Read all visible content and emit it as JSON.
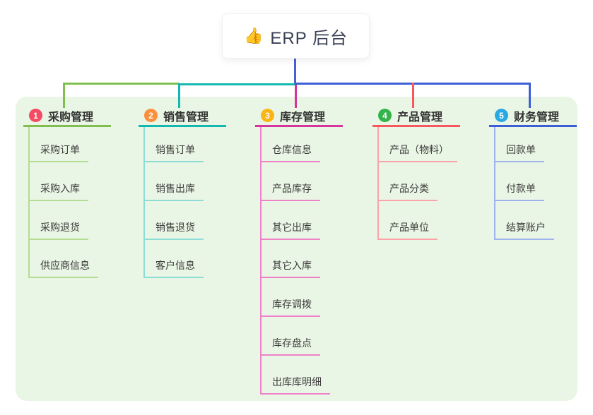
{
  "root": {
    "icon": "👍",
    "label": "ERP 后台"
  },
  "colors": {
    "canvas": "#ffffff",
    "panel": "#eaf6e5",
    "trunk": "#4b5fd2"
  },
  "branches": [
    {
      "index": "1",
      "label": "采购管理",
      "badge_color": "#f54a63",
      "line_color": "#7fbf4f",
      "child_line_color": "#b4dd92",
      "children": [
        "采购订单",
        "采购入库",
        "采购退货",
        "供应商信息"
      ]
    },
    {
      "index": "2",
      "label": "销售管理",
      "badge_color": "#fa8f3d",
      "line_color": "#14b8b1",
      "child_line_color": "#8edcd6",
      "children": [
        "销售订单",
        "销售出库",
        "销售退货",
        "客户信息"
      ]
    },
    {
      "index": "3",
      "label": "库存管理",
      "badge_color": "#fdb515",
      "line_color": "#d6359e",
      "child_line_color": "#ee82c8",
      "children": [
        "仓库信息",
        "产品库存",
        "其它出库",
        "其它入库",
        "库存调拨",
        "库存盘点",
        "出库库明细"
      ]
    },
    {
      "index": "4",
      "label": "产品管理",
      "badge_color": "#34b34a",
      "line_color": "#f8575d",
      "child_line_color": "#fba3a6",
      "children": [
        "产品（物料）",
        "产品分类",
        "产品单位"
      ]
    },
    {
      "index": "5",
      "label": "财务管理",
      "badge_color": "#28a9e1",
      "line_color": "#3c5fd7",
      "child_line_color": "#9fb3ec",
      "children": [
        "回款单",
        "付款单",
        "结算账户"
      ]
    }
  ]
}
